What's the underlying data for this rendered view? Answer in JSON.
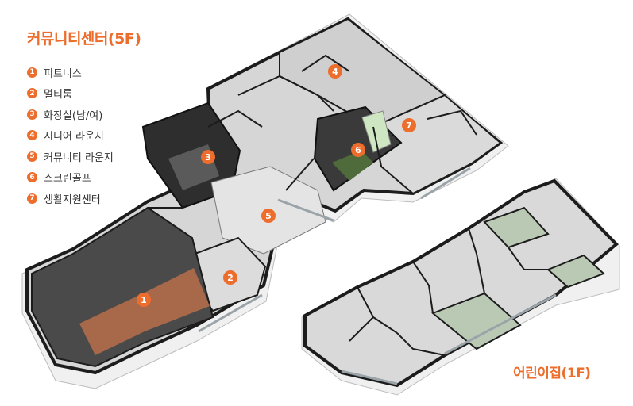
{
  "floor5": {
    "title": "커뮤니티센터(5F)",
    "legend": [
      {
        "num": "1",
        "label": "피트니스"
      },
      {
        "num": "2",
        "label": "멀티룸"
      },
      {
        "num": "3",
        "label": "화장실(남/여)"
      },
      {
        "num": "4",
        "label": "시니어 라운지"
      },
      {
        "num": "5",
        "label": "커뮤니티 라운지"
      },
      {
        "num": "6",
        "label": "스크린골프"
      },
      {
        "num": "7",
        "label": "생활지원센터"
      }
    ],
    "markers": [
      "1",
      "2",
      "3",
      "4",
      "5",
      "6",
      "7"
    ]
  },
  "floor1": {
    "title": "어린이집(1F)"
  },
  "colors": {
    "accent": "#ec6d2c",
    "wall_top": "#1c1c1c",
    "wall_side": "#f2f2f2",
    "floor_light": "#d9d9d9",
    "floor_dark": "#3a3a3a",
    "fitness_floor": "#a8694a",
    "play_floor": "#b9c9b4"
  }
}
